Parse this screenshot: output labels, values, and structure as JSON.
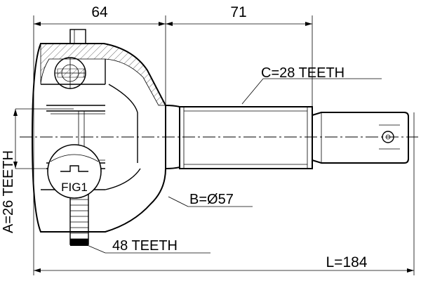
{
  "diagram": {
    "dimensions": {
      "housing_length": "64",
      "shaft_length": "71",
      "overall_length": "L=184"
    },
    "callouts": {
      "spline_c": "C=28 TEETH",
      "outer_diameter_b": "B=Ø57",
      "inner_spline_a": "A=26 TEETH",
      "abs_ring": "48 TEETH"
    },
    "figure_label": "FIG1"
  }
}
